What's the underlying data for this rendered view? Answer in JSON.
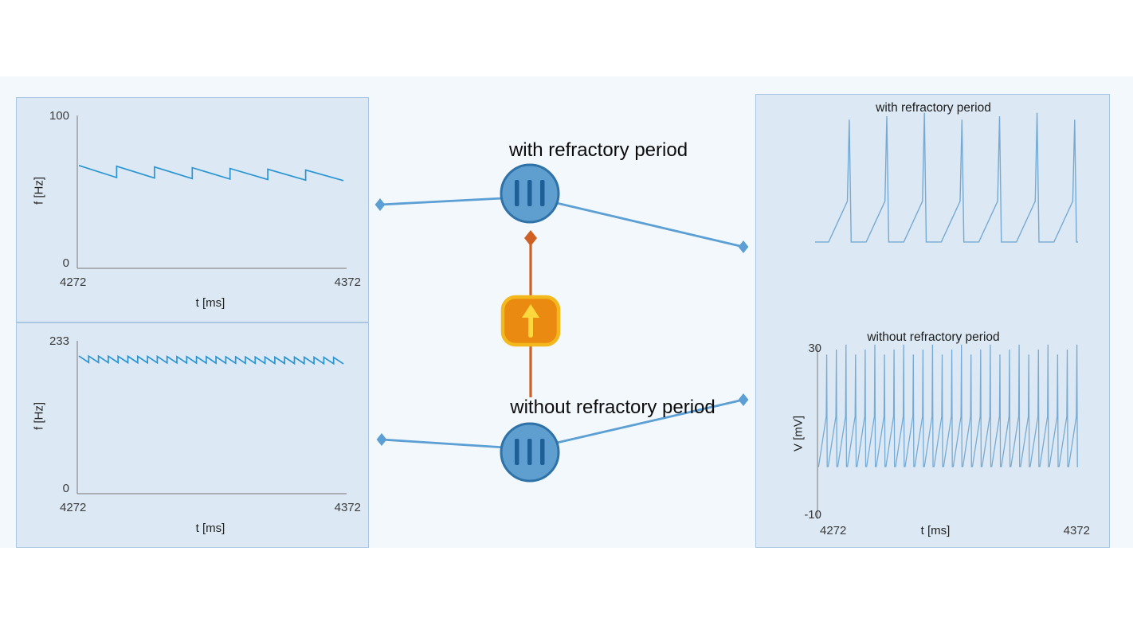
{
  "colors": {
    "canvas_bg": "#f3f8fc",
    "panel_bg": "#dce9f5",
    "panel_border": "#a9c7e3",
    "wire_blue": "#5b9fd4",
    "wire_orange": "#cf5f22",
    "trace_blue": "#2b95d3",
    "trace_steel": "#76aad2",
    "neuron_fill": "#5f9fd0",
    "neuron_stroke": "#2f72a8",
    "neuron_glyph": "#1f5f98",
    "stim_fill": "#ea8a10",
    "stim_stroke": "#f3b91c",
    "stim_arrow": "#ffd83d",
    "axis_line": "#8c8c8c",
    "tick_text": "#3a3a3a",
    "label_text": "#0c0c0c"
  },
  "nodes": {
    "neuron_with_refractory": {
      "label": "with refractory period",
      "icon": "spike-train-icon"
    },
    "neuron_without_refractory": {
      "label": "without refractory period",
      "icon": "spike-train-icon"
    },
    "stimulator": {
      "icon": "up-arrow-icon"
    }
  },
  "chart_data": [
    {
      "id": "freq_with_refractory",
      "type": "line",
      "title": "",
      "xlabel": "t [ms]",
      "ylabel": "f [Hz]",
      "xlim": [
        4272,
        4372
      ],
      "ylim": [
        0,
        100
      ],
      "x_tick_labels": [
        "4272",
        "4372"
      ],
      "y_tick_labels": [
        "0",
        "100"
      ],
      "description": "adapting firing rate, sawtooth decaying from ~68 to ~58 Hz, 7 teeth",
      "waveform": {
        "kind": "adaptation_sawtooth",
        "teeth": 7,
        "peak_start": 68,
        "peak_end": 65,
        "trough_start": 60,
        "trough_end": 58
      }
    },
    {
      "id": "freq_without_refractory",
      "type": "line",
      "title": "",
      "xlabel": "t [ms]",
      "ylabel": "f [Hz]",
      "xlim": [
        4272,
        4372
      ],
      "ylim": [
        0,
        233
      ],
      "x_tick_labels": [
        "4272",
        "4372"
      ],
      "y_tick_labels": [
        "0",
        "233"
      ],
      "description": "high-rate firing rate ripple around ~205 Hz, 27 small teeth",
      "waveform": {
        "kind": "adaptation_sawtooth",
        "teeth": 27,
        "peak_start": 212,
        "peak_end": 210,
        "trough_start": 202,
        "trough_end": 200
      }
    },
    {
      "id": "voltage_with_refractory",
      "type": "line",
      "title": "with refractory period",
      "xlabel": "",
      "ylabel": "",
      "xlim": [
        4272,
        4372
      ],
      "ylim": [
        0,
        30
      ],
      "x_tick_labels": [],
      "y_tick_labels": [],
      "description": "membrane potential, 7 spikes with flat refractory segments between",
      "waveform": {
        "kind": "spike_train",
        "spikes": 7,
        "baseline": 0.4,
        "ramp_top": 10,
        "peak": 30,
        "reset": 0.4,
        "flat_frac": 0.36,
        "ramp_frac": 0.5,
        "jitter": 0.8
      }
    },
    {
      "id": "voltage_without_refractory",
      "type": "line",
      "title": "without refractory period",
      "xlabel": "t [ms]",
      "ylabel": "V [mV]",
      "xlim": [
        4272,
        4372
      ],
      "ylim": [
        -10,
        30
      ],
      "x_tick_labels": [
        "4272",
        "4372"
      ],
      "y_tick_labels": [
        "-10",
        "30"
      ],
      "description": "membrane potential, ~27 dense spikes ramping from ~2 mV up to 30 mV",
      "waveform": {
        "kind": "spike_train",
        "spikes": 27,
        "baseline": 2,
        "ramp_top": 14,
        "peak": 30,
        "reset": 2,
        "flat_frac": 0.03,
        "ramp_frac": 0.8,
        "jitter": 1.2
      }
    }
  ]
}
